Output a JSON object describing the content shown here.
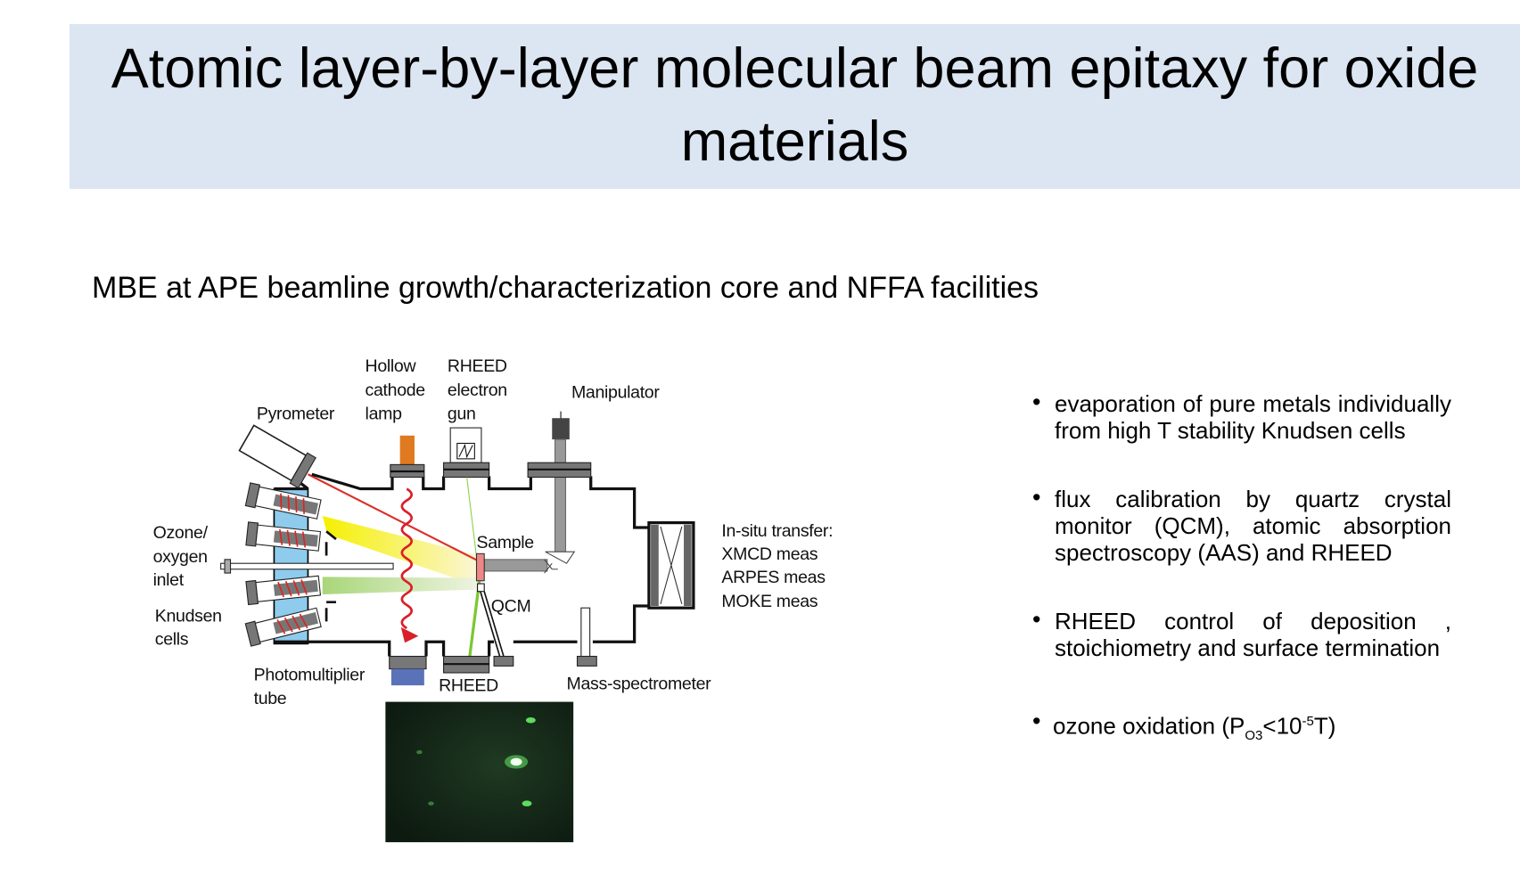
{
  "slide": {
    "title": "Atomic layer-by-layer molecular beam epitaxy for oxide materials",
    "subtitle": "MBE at APE beamline growth/characterization core and NFFA facilities"
  },
  "diagram": {
    "labels": {
      "hollow": "Hollow",
      "cathode": "cathode",
      "lamp": "lamp",
      "rheed_top": "RHEED",
      "electron": "electron",
      "gun": "gun",
      "manipulator": "Manipulator",
      "pyrometer": "Pyrometer",
      "ozone": "Ozone/",
      "oxygen": "oxygen",
      "inlet": "inlet",
      "knudsen": "Knudsen",
      "cells": "cells",
      "sample": "Sample",
      "qcm": "QCM",
      "insitu": "In-situ transfer:",
      "xmcd": "XMCD meas",
      "arpes": "ARPES meas",
      "moke": "MOKE meas",
      "photomultiplier": "Photomultiplier",
      "tube": "tube",
      "rheed_bottom": "RHEED",
      "mass_spec": "Mass-spectrometer"
    }
  },
  "bullets": [
    {
      "text": "evaporation of pure metals individually from high T stability Knudsen cells"
    },
    {
      "text": "flux calibration by quartz crystal monitor (QCM), atomic absorption spectroscopy (AAS) and RHEED"
    },
    {
      "text": "RHEED control of deposition , stoichiometry and surface termination"
    },
    {
      "prefix": "ozone oxidation (P",
      "sub": "O3",
      "mid": "<10",
      "sup": "-5",
      "suffix": "T)"
    }
  ],
  "bullet_symbol": "•"
}
